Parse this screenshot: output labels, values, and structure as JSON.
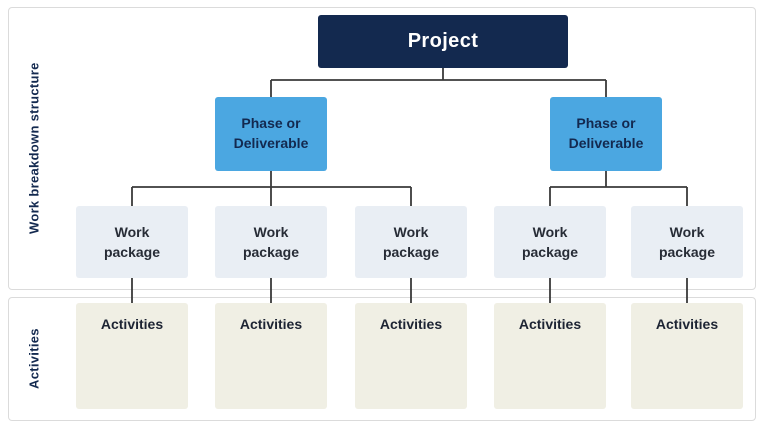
{
  "wbs": {
    "section_labels": {
      "top": "Work breakdown structure",
      "bottom": "Activities"
    },
    "nodes": {
      "project": "Project",
      "phase": "Phase or Deliverable",
      "work_package": "Work package",
      "activity": "Activities"
    },
    "colors": {
      "project_bg": "#13294F",
      "project_text": "#FFFFFF",
      "phase_bg": "#4BA7E1",
      "phase_text": "#13294F",
      "work_package_bg": "#E9EEF4",
      "activity_bg": "#F0EFE4",
      "side_label_text": "#13294F",
      "connector": "#3A3A3A",
      "section_border": "#DBDBDB",
      "background": "#FFFFFF"
    }
  }
}
